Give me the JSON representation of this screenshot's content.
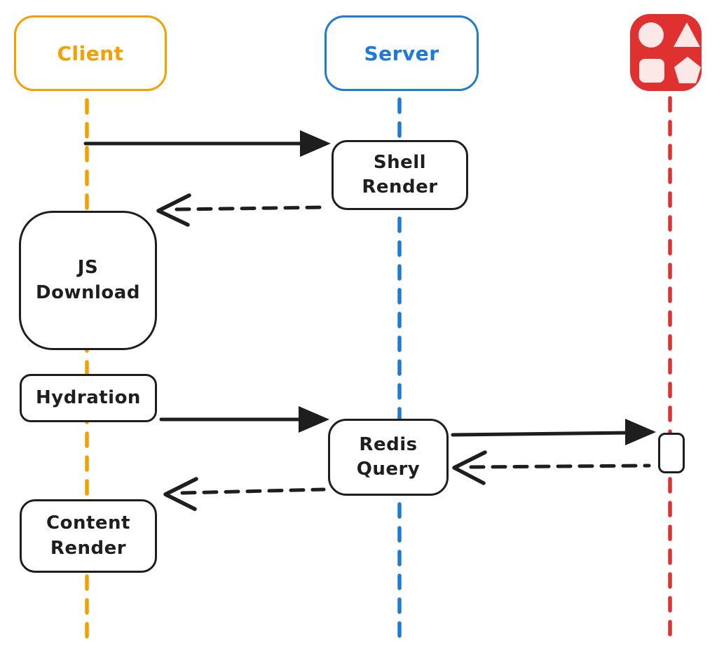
{
  "colors": {
    "orange": "#f59f00",
    "blue": "#1f7ad1",
    "red": "#e03131",
    "red_light": "#fde8e8",
    "ink": "#1e1e1e",
    "background": "#ffffff"
  },
  "actors": {
    "client": "Client",
    "server": "Server",
    "redis_icon": "shapes-icon"
  },
  "nodes": {
    "shell_render": "Shell\nRender",
    "js_download": "JS\nDownload",
    "hydration": "Hydration",
    "redis_query": "Redis\nQuery",
    "content_render": "Content\nRender"
  },
  "edges": [
    {
      "from": "client",
      "to": "shell_render",
      "style": "solid"
    },
    {
      "from": "shell_render",
      "to": "js_download",
      "style": "dashed"
    },
    {
      "from": "hydration",
      "to": "redis_query",
      "style": "solid"
    },
    {
      "from": "redis_query",
      "to": "redis",
      "style": "solid"
    },
    {
      "from": "redis",
      "to": "redis_query",
      "style": "dashed"
    },
    {
      "from": "redis_query",
      "to": "content_render",
      "style": "dashed"
    }
  ]
}
